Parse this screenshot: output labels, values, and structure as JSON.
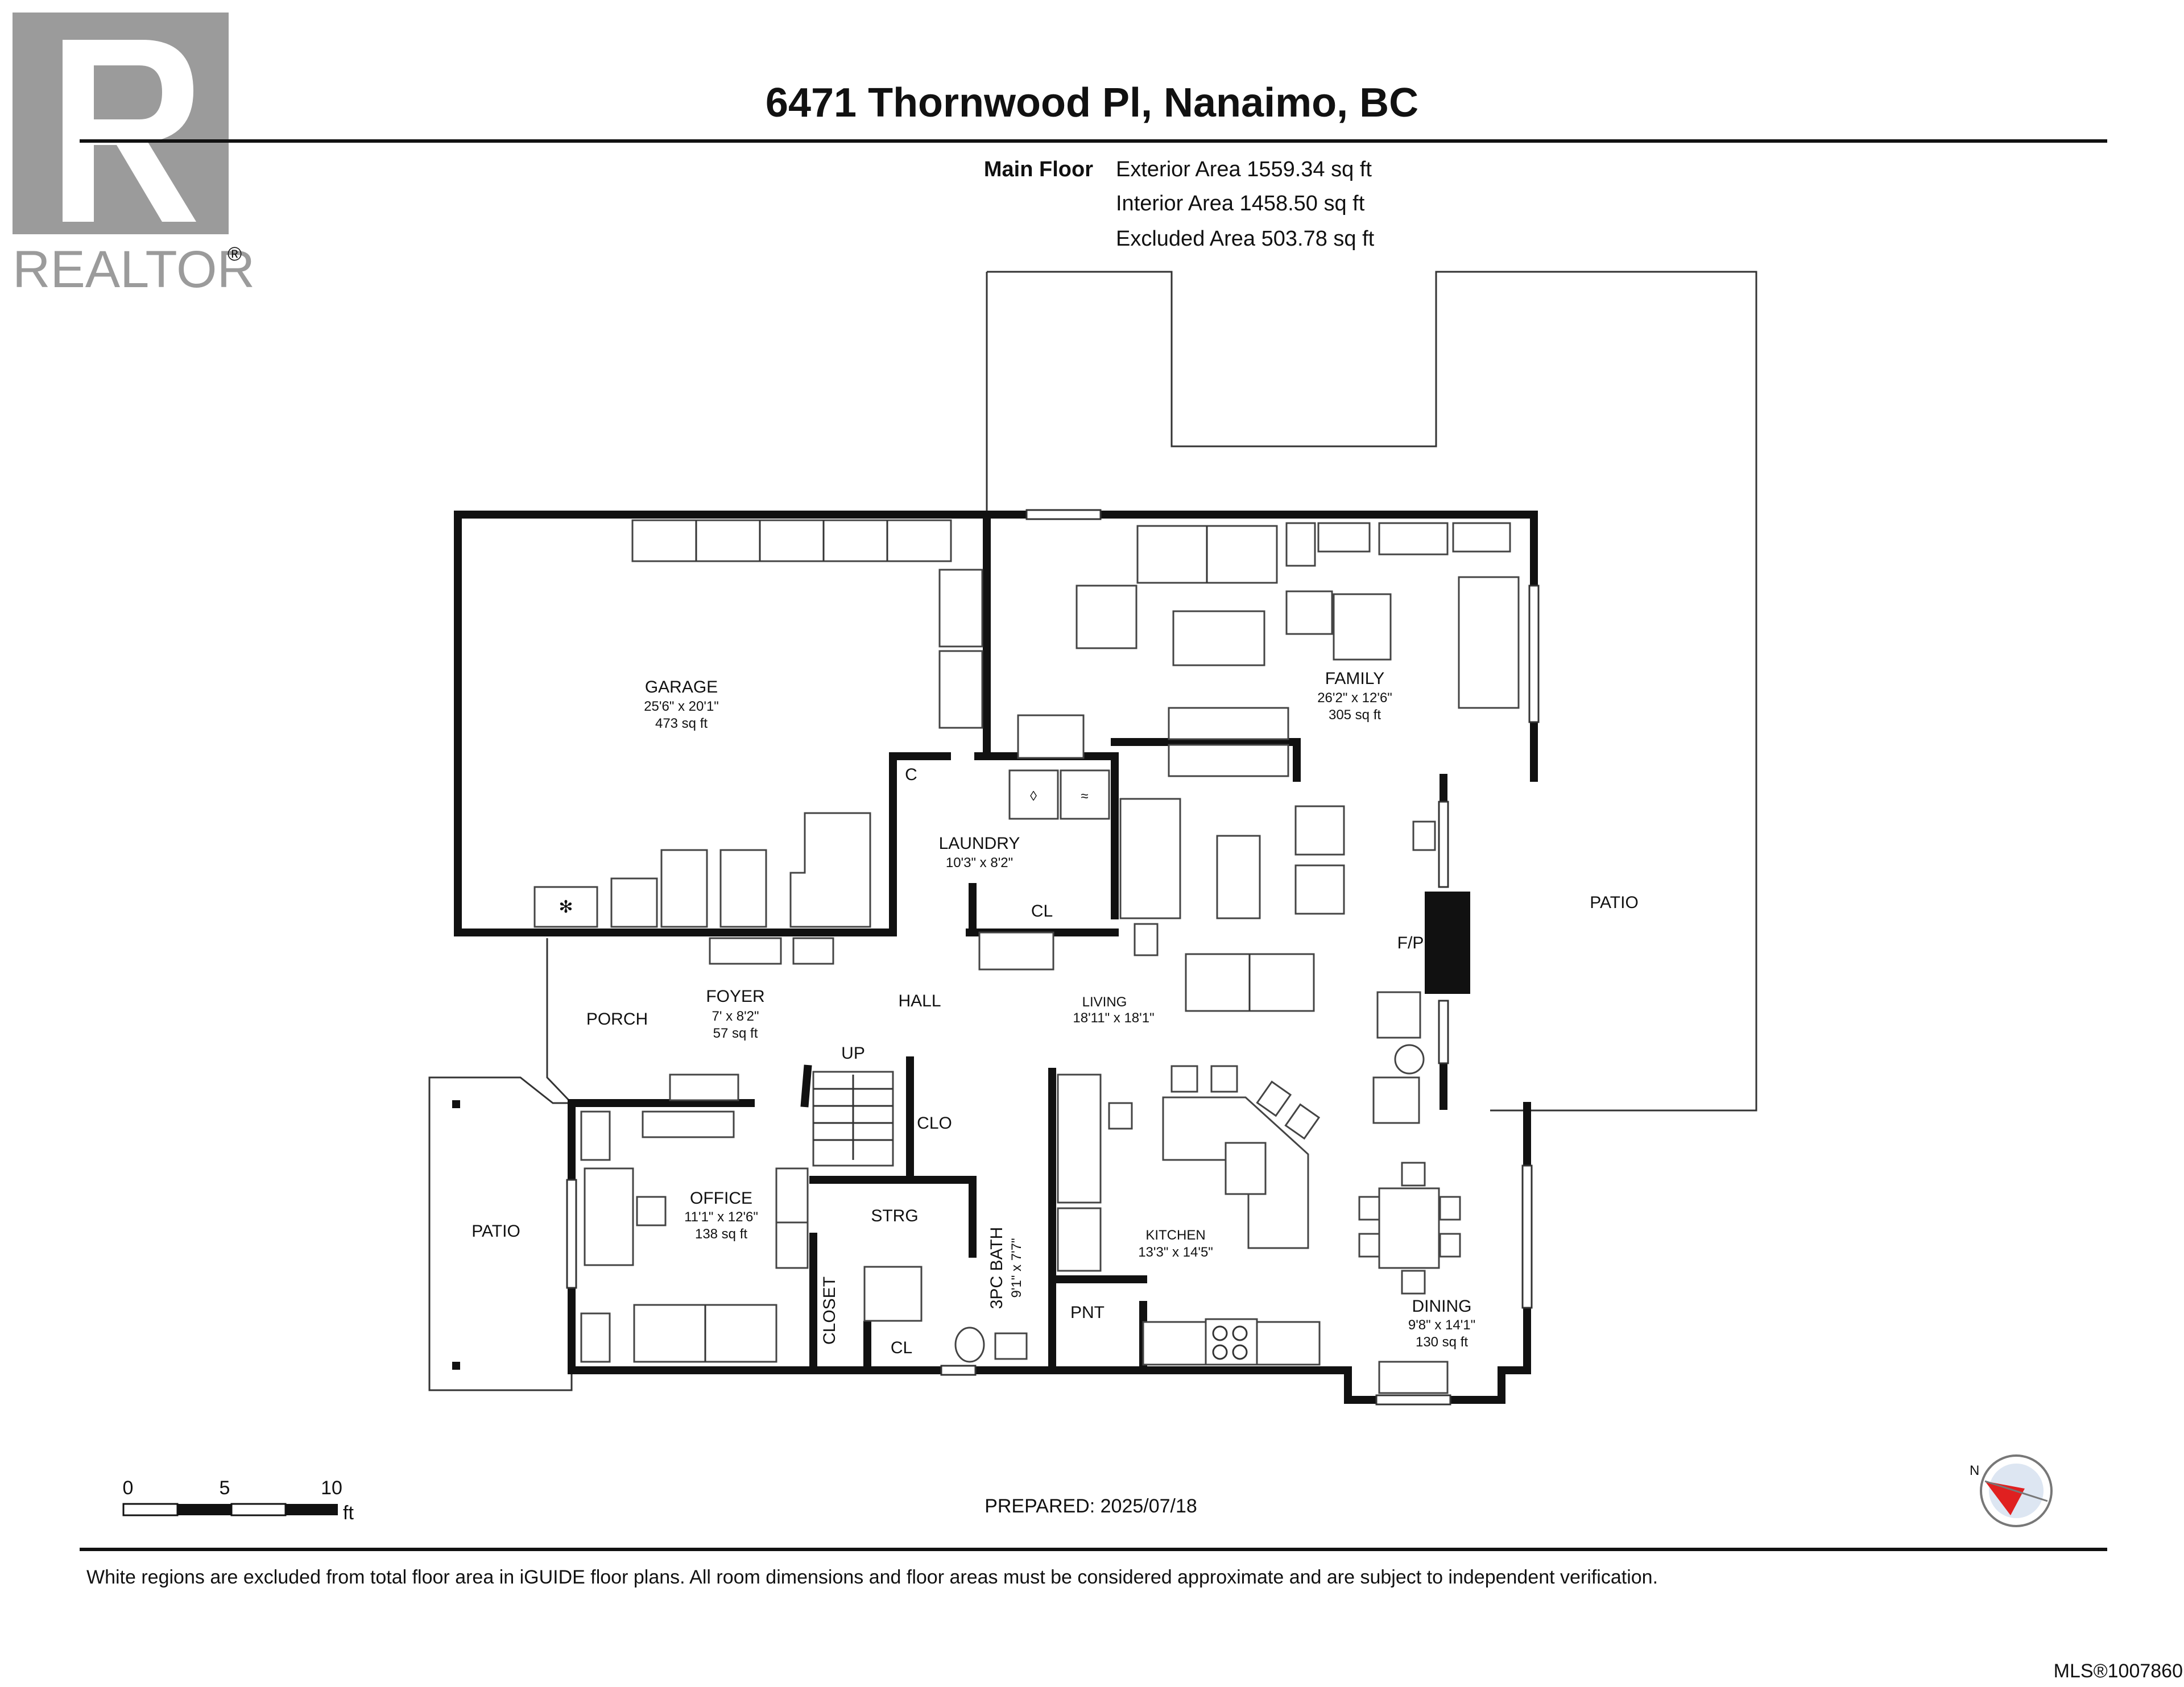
{
  "header": {
    "address": "6471 Thornwood Pl, Nanaimo, BC",
    "floor_label": "Main Floor",
    "exterior_area": "Exterior Area 1559.34 sq ft",
    "interior_area": "Interior Area 1458.50 sq ft",
    "excluded_area": "Excluded Area 503.78 sq ft"
  },
  "logo": {
    "text": "REALTOR",
    "mark": "®"
  },
  "rooms": {
    "garage": {
      "name": "GARAGE",
      "dims": "25'6\" x 20'1\"",
      "area": "473 sq ft"
    },
    "family": {
      "name": "FAMILY",
      "dims": "26'2\" x 12'6\"",
      "area": "305 sq ft"
    },
    "laundry": {
      "name": "LAUNDRY",
      "dims": "10'3\" x 8'2\""
    },
    "foyer": {
      "name": "FOYER",
      "dims": "7' x 8'2\"",
      "area": "57 sq ft"
    },
    "living": {
      "name": "LIVING",
      "dims": "18'11\" x 18'1\""
    },
    "office": {
      "name": "OFFICE",
      "dims": "11'1\" x 12'6\"",
      "area": "138 sq ft"
    },
    "kitchen": {
      "name": "KITCHEN",
      "dims": "13'3\" x 14'5\""
    },
    "dining": {
      "name": "DINING",
      "dims": "9'8\" x 14'1\"",
      "area": "130 sq ft"
    },
    "bath": {
      "name": "3PC BATH",
      "dims": "9'1\" x 7'7\""
    }
  },
  "labels": {
    "patio_right": "PATIO",
    "patio_left": "PATIO",
    "porch": "PORCH",
    "hall": "HALL",
    "up": "UP",
    "clo": "CLO",
    "strg": "STRG",
    "closet": "CLOSET",
    "cl_laundry": "CL",
    "cl_bath": "CL",
    "c": "C",
    "pnt": "PNT",
    "fp": "F/P"
  },
  "scale": {
    "t0": "0",
    "t5": "5",
    "t10": "10",
    "unit": "ft"
  },
  "prepared": "PREPARED: 2025/07/18",
  "compass_label": "N",
  "footer": {
    "disclaimer": "White regions are excluded from total floor area in iGUIDE floor plans. All room dimensions and floor areas must be considered approximate and are subject to independent verification.",
    "mls": "MLS®1007860"
  }
}
